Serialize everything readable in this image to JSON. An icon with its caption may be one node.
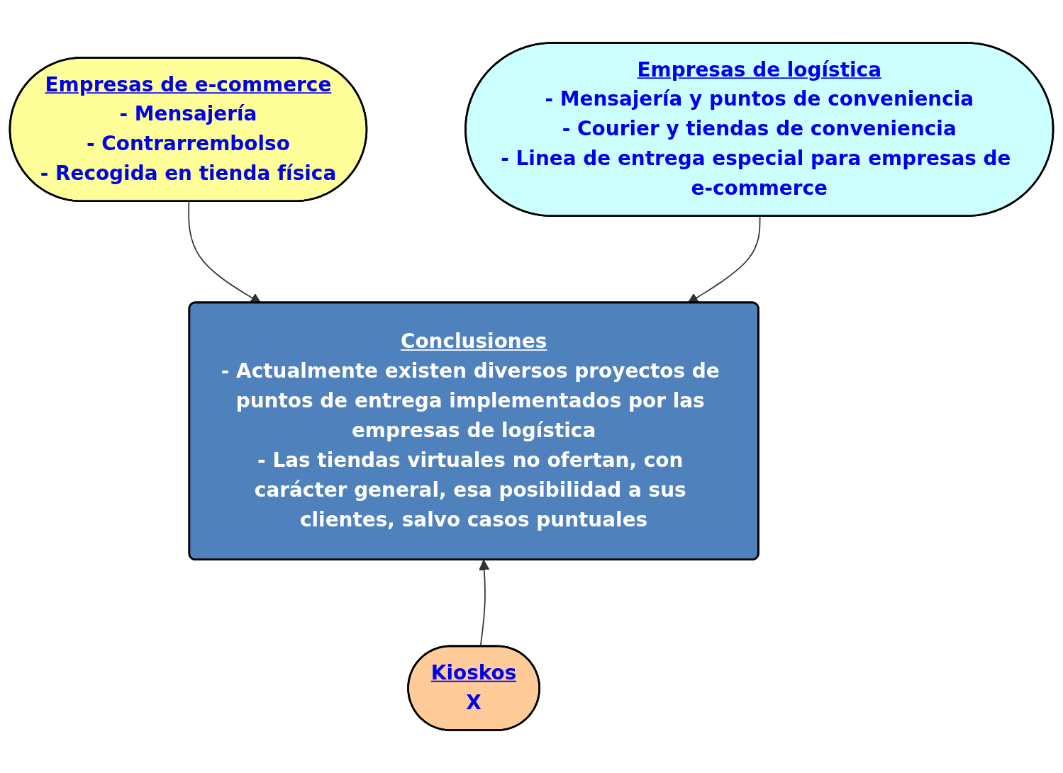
{
  "diagram": {
    "nodes": [
      {
        "text": [
          "Empresas de e-commerce",
          "- Mensajería",
          "- Contrarrembolso",
          "- Recogida en tienda física"
        ]
      },
      {
        "text": [
          "Empresas de logística",
          "- Mensajería y puntos de conveniencia",
          "- Courier y tiendas de conveniencia",
          "- Linea de entrega especial para empresas de e-commerce"
        ]
      },
      {
        "text": [
          "Conclusiones",
          "- Actualmente existen diversos proyectos de puntos de entrega implementados por las empresas de logística",
          "- Las tiendas virtuales no ofertan, con carácter general, esa posibilidad a sus clientes, salvo casos puntuales"
        ]
      },
      {
        "text": [
          "Kioskos",
          "X"
        ]
      }
    ],
    "edges": [
      {
        "from": 0,
        "to": 2,
        "arrow": "to"
      },
      {
        "from": 1,
        "to": 2,
        "arrow": "to"
      },
      {
        "from": 3,
        "to": 2,
        "arrow": "to"
      }
    ]
  }
}
